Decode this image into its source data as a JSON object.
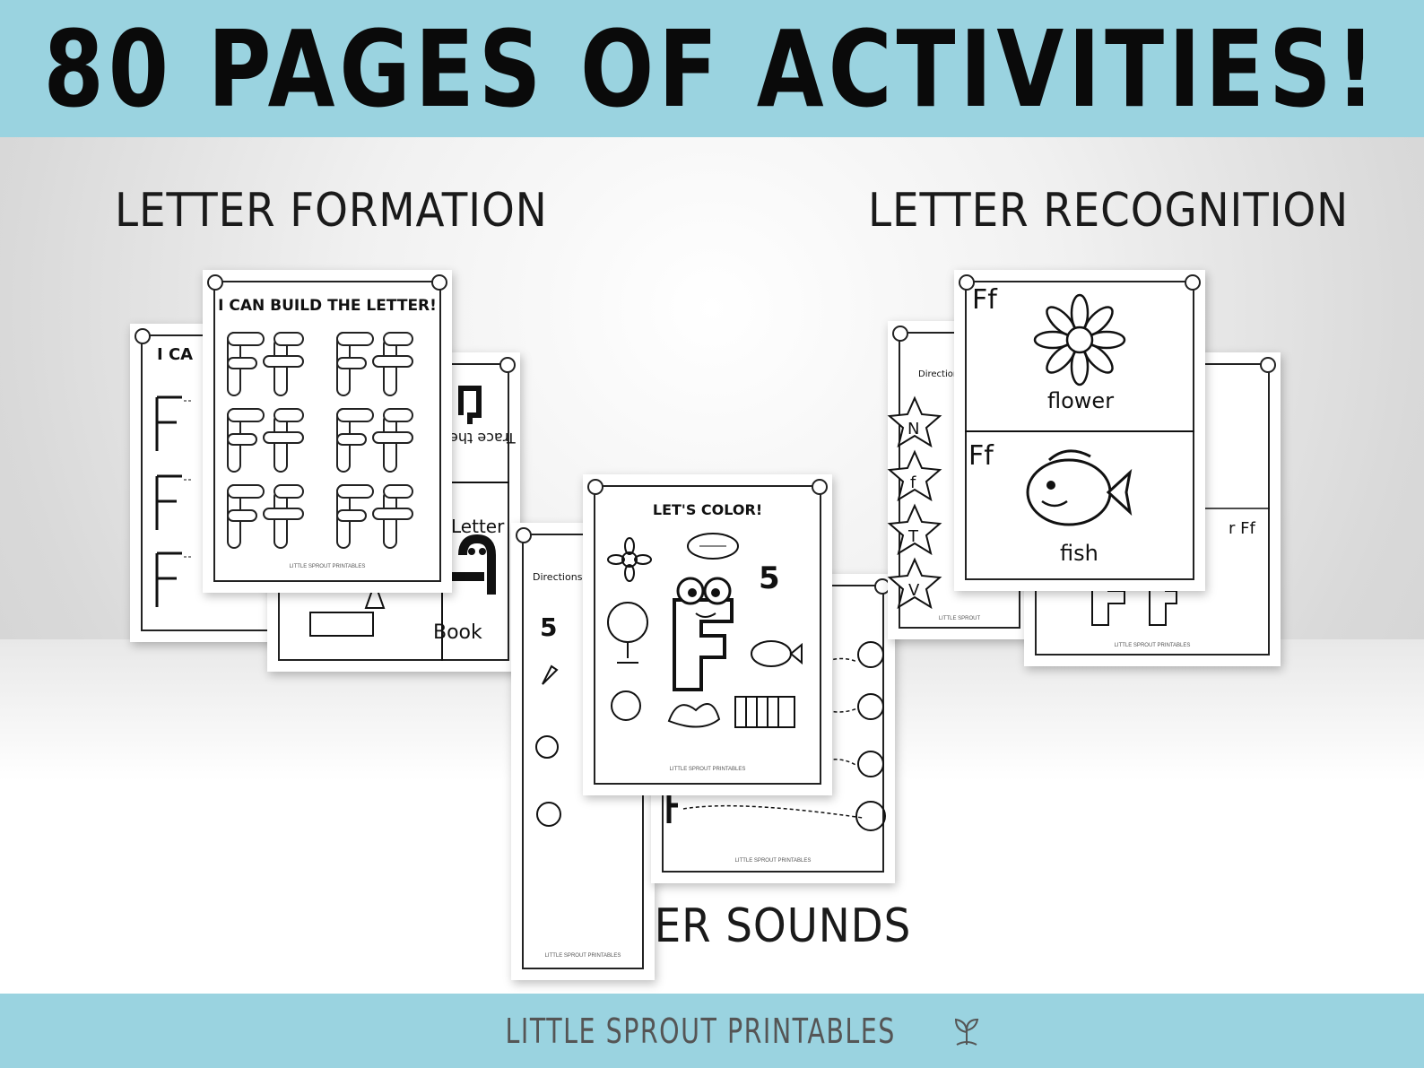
{
  "header": {
    "title": "80 PAGES OF ACTIVITIES!"
  },
  "sections": {
    "formation": "LETTER FORMATION",
    "recognition": "LETTER RECOGNITION",
    "sounds": "LETTER SOUNDS"
  },
  "pages": {
    "build": {
      "title": "I CAN BUILD THE LETTER!",
      "footer": "LITTLE SPROUT PRINTABLES"
    },
    "trace_back": {
      "title": "I CA"
    },
    "trace_mid": {
      "label_trace": "Trace the",
      "label_letter": "Letter",
      "word_book": "Book"
    },
    "color": {
      "title": "LET'S COLOR!",
      "number": "5",
      "footer": "LITTLE SPROUT PRINTABLES"
    },
    "directions_left": {
      "directions": "Directions: Co",
      "number": "5",
      "footer": "LITTLE SPROUT PRINTABLES"
    },
    "match": {
      "footer": "LITTLE SPROUT PRINTABLES"
    },
    "stars": {
      "directions": "Direction",
      "letters": [
        "N",
        "f",
        "T",
        "V"
      ],
      "footer": "LITTLE SPROUT"
    },
    "cards": {
      "letter_pair": "Ff",
      "word_top": "flower",
      "word_bottom": "fish"
    },
    "trace_right": {
      "label": "r Ff",
      "footer": "LITTLE SPROUT PRINTABLES"
    }
  },
  "brand": {
    "name": "LITTLE SPROUT PRINTABLES",
    "icon": "sprout-icon"
  }
}
